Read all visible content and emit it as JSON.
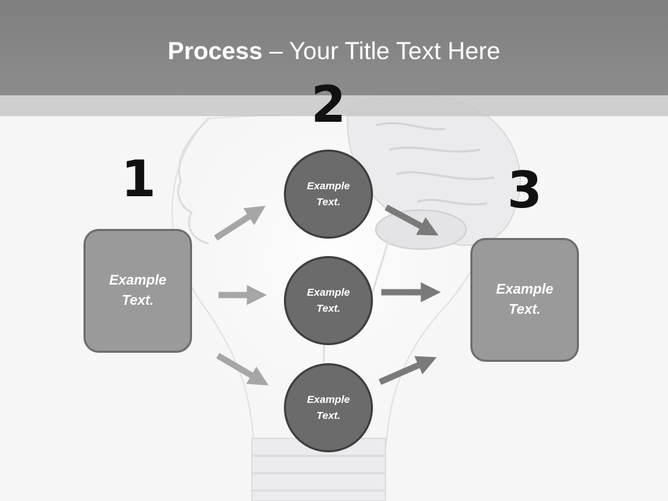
{
  "slide": {
    "title_bold": "Process",
    "title_rest": " – Your Title Text Here"
  },
  "steps": {
    "one": "1",
    "two": "2",
    "three": "3"
  },
  "boxes": {
    "left_line1": "Example",
    "left_line2": "Text.",
    "right_line1": "Example",
    "right_line2": "Text."
  },
  "circles": [
    {
      "line1": "Example",
      "line2": "Text."
    },
    {
      "line1": "Example",
      "line2": "Text."
    },
    {
      "line1": "Example",
      "line2": "Text."
    }
  ],
  "colors": {
    "title_band": "#858585",
    "box_fill": "#9a9a9a",
    "circle_fill": "#6b6b6b",
    "arrow_light": "#a6a6a6",
    "arrow_dark": "#7a7a7a"
  }
}
